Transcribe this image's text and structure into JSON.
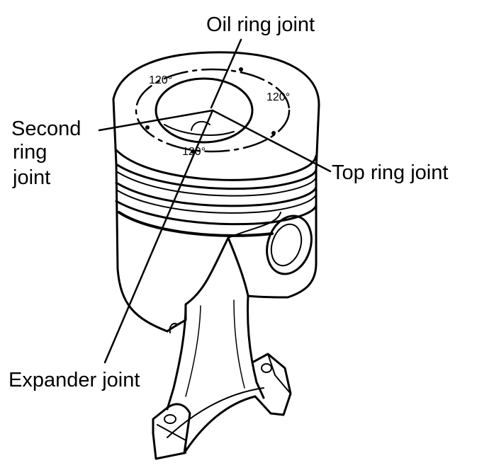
{
  "labels": {
    "oil_ring_joint": "Oil ring joint",
    "second_ring_joint": [
      "Second",
      "ring",
      "joint"
    ],
    "top_ring_joint": "Top ring joint",
    "expander_joint": "Expander joint"
  },
  "angles": {
    "upper_left": "120°",
    "right": "120°",
    "bottom": "120°"
  }
}
